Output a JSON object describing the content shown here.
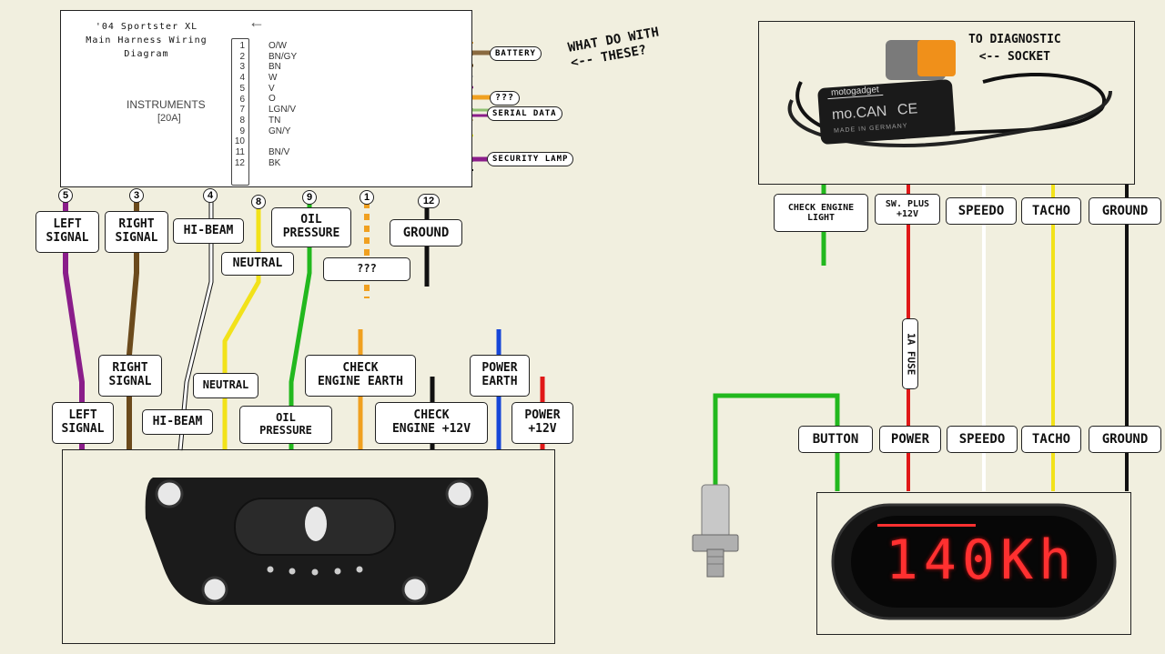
{
  "harness": {
    "title_lines": [
      "'04 Sportster XL",
      "Main Harness Wiring",
      "Diagram"
    ],
    "instruments_label": "INSTRUMENTS",
    "instruments_amp": "[20A]",
    "arrow_glyph": "←",
    "pins": [
      "1",
      "2",
      "3",
      "4",
      "5",
      "6",
      "7",
      "8",
      "9",
      "10",
      "11",
      "12"
    ],
    "wire_codes": [
      "O/W",
      "BN/GY",
      "BN",
      "W",
      "V",
      "O",
      "LGN/V",
      "TN",
      "GN/Y",
      "",
      "BN/V",
      "BK"
    ]
  },
  "outputs": {
    "battery": "BATTERY",
    "unknown": "???",
    "serial_data": "SERIAL DATA",
    "security_lamp": "SECURITY LAMP"
  },
  "question_note": "WHAT DO WITH\n<-- THESE?",
  "pin_numbers": [
    "5",
    "3",
    "4",
    "8",
    "9",
    "1",
    "12"
  ],
  "harness_labels": {
    "left_signal": "LEFT\nSIGNAL",
    "right_signal": "RIGHT\nSIGNAL",
    "hi_beam": "HI-BEAM",
    "neutral": "NEUTRAL",
    "oil_pressure": "OIL\nPRESSURE",
    "unknown": "???",
    "ground": "GROUND"
  },
  "mount_labels": {
    "right_signal": "RIGHT\nSIGNAL",
    "left_signal": "LEFT\nSIGNAL",
    "hi_beam": "HI-BEAM",
    "neutral": "NEUTRAL",
    "oil_pressure": "OIL\nPRESSURE",
    "check_engine_earth": "CHECK\nENGINE EARTH",
    "check_engine_12v": "CHECK\nENGINE +12V",
    "power_earth": "POWER\nEARTH",
    "power_12v": "POWER\n+12V"
  },
  "mocan": {
    "diagnostic_note": "TO DIAGNOSTIC\n<-- SOCKET",
    "brand": "motogadget",
    "model": "mo.CAN",
    "ce_mark": "CE",
    "made_in": "MADE IN GERMANY",
    "labels": {
      "check_engine_light": "CHECK ENGINE\nLIGHT",
      "sw_plus": "SW. PLUS\n+12V",
      "speedo": "SPEEDO",
      "tacho": "TACHO",
      "ground": "GROUND"
    },
    "fuse": "1A FUSE"
  },
  "display": {
    "labels": {
      "button": "BUTTON",
      "power": "POWER",
      "speedo": "SPEEDO",
      "tacho": "TACHO",
      "ground": "GROUND"
    },
    "reading": "140Kh"
  },
  "colors": {
    "background": "#f1efdf",
    "purple": "#8a1d8a",
    "brown": "#6b4a1c",
    "white": "#ffffff",
    "yellow": "#f2e21a",
    "green": "#22b81e",
    "orange": "#f0a020",
    "black": "#111111",
    "blue": "#1646d8",
    "red": "#e01818",
    "led_red": "#ff3030"
  }
}
